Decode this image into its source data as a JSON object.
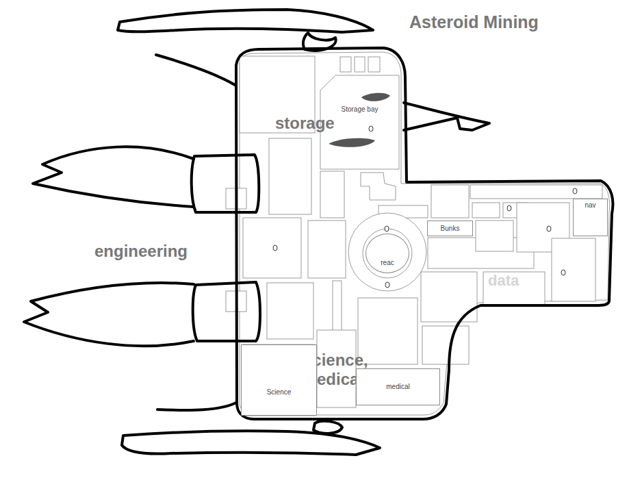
{
  "diagram": {
    "title": "Asteroid Mining",
    "nodes": [
      {
        "text": [
          "Storage bay"
        ]
      },
      {
        "text": [
          "Bunks"
        ]
      },
      {
        "text": [
          "reac"
        ]
      },
      {
        "text": [
          "nav"
        ]
      },
      {
        "text": [
          "Science"
        ]
      },
      {
        "text": [
          "medical"
        ]
      }
    ],
    "labels": [
      "storage",
      "engineering",
      "data",
      "science, Medical"
    ]
  }
}
